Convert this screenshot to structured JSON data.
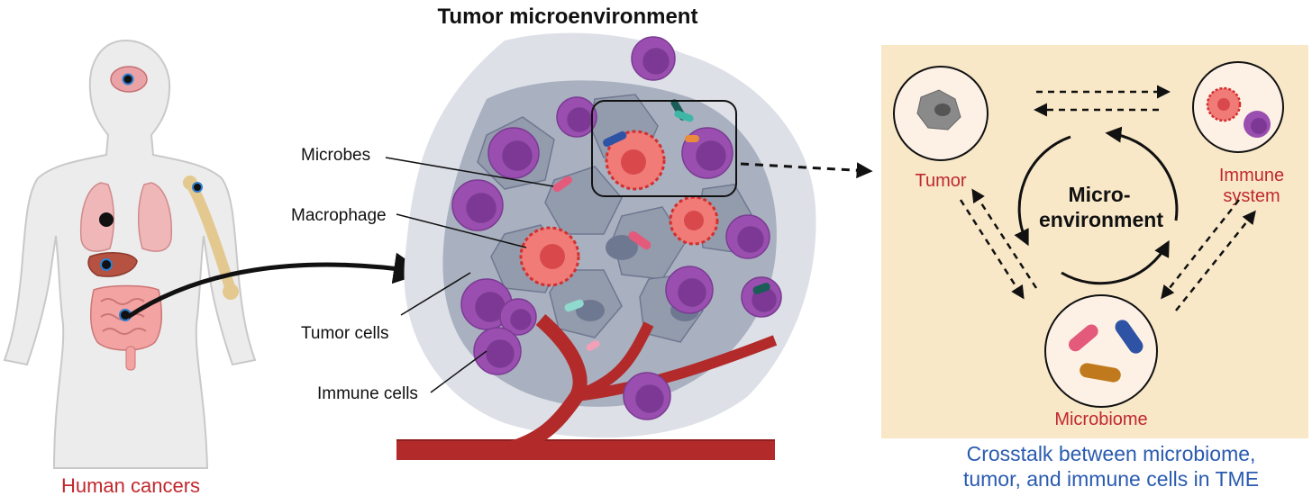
{
  "title": "Tumor microenvironment",
  "left_panel": {
    "caption": "Human cancers"
  },
  "middle_panel": {
    "labels": {
      "microbes": "Microbes",
      "macrophage": "Macrophage",
      "tumor_cells": "Tumor cells",
      "immune_cells": "Immune cells"
    }
  },
  "right_panel": {
    "center_line1": "Micro-",
    "center_line2": "environment",
    "tumor_label": "Tumor",
    "immune_line1": "Immune",
    "immune_line2": "system",
    "microbiome_label": "Microbiome",
    "caption_line1": "Crosstalk between microbiome,",
    "caption_line2": "tumor, and immune cells in TME"
  },
  "colors": {
    "panel_bg": "#f8e8c8",
    "label_red": "#c0282d",
    "caption_blue": "#2a5bb0",
    "immune_purple": "#9a4fb0",
    "macrophage_pink": "#f07b77",
    "vessel_red": "#b22a2a",
    "tumor_gray": "#8f98aa"
  }
}
